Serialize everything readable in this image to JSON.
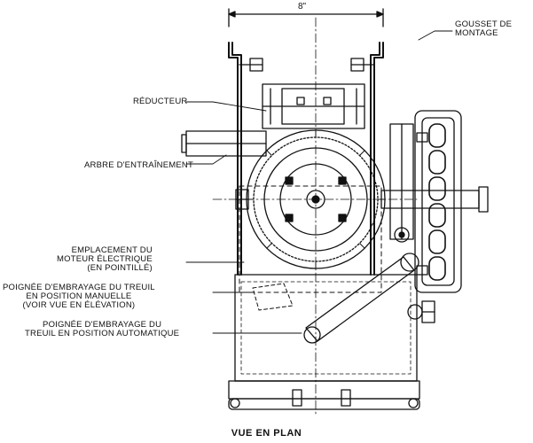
{
  "diagram": {
    "title": "VUE EN PLAN",
    "dimension": "8\"",
    "labels": {
      "gousset_l1": "GOUSSET DE",
      "gousset_l2": "MONTAGE",
      "reducteur": "RÉDUCTEUR",
      "arbre": "ARBRE D'ENTRAÎNEMENT",
      "emplacement_l1": "EMPLACEMENT DU",
      "emplacement_l2": "MOTEUR ÉLECTRIQUE",
      "emplacement_l3": "(EN POINTILLÉ)",
      "manuelle_l1": "POIGNÉE D'EMBRAYAGE DU TREUIL",
      "manuelle_l2": "EN POSITION MANUELLE",
      "manuelle_l3": "(VOIR VUE EN ÉLÉVATION)",
      "auto_l1": "POIGNÉE D'EMBRAYAGE DU",
      "auto_l2": "TREUIL EN POSITION AUTOMATIQUE"
    },
    "colors": {
      "ink": "#111111",
      "paper": "#ffffff"
    }
  }
}
